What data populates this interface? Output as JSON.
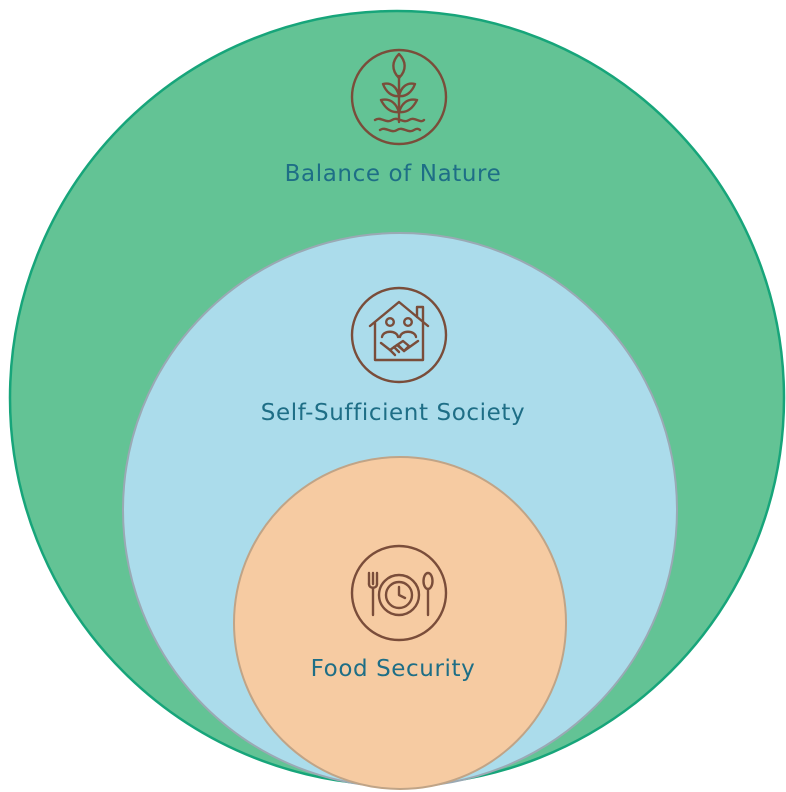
{
  "diagram": {
    "layers": [
      {
        "label": "Balance of Nature",
        "icon": "plant-icon",
        "fill": "#63c395",
        "stroke": "#17a57a"
      },
      {
        "label": "Self-Sufficient Society",
        "icon": "house-handshake-icon",
        "fill": "#abdceb",
        "stroke": "#9aa9b4"
      },
      {
        "label": "Food Security",
        "icon": "plate-cutlery-icon",
        "fill": "#f6cba2",
        "stroke": "#c0a487"
      }
    ],
    "text_color": "#1e6e86",
    "icon_color": "#7a4d3a"
  }
}
